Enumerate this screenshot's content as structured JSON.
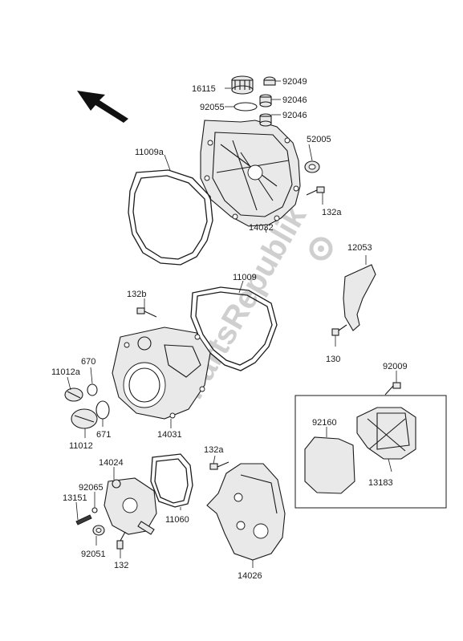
{
  "labels": {
    "p16115": "16115",
    "p92049": "92049",
    "p92046a": "92046",
    "p92055": "92055",
    "p92046b": "92046",
    "p52005": "52005",
    "p11009a": "11009a",
    "p132a_top": "132a",
    "p14032": "14032",
    "p12053": "12053",
    "p11009": "11009",
    "p132b": "132b",
    "p130": "130",
    "p670": "670",
    "p11012a": "11012a",
    "p671": "671",
    "p11012": "11012",
    "p14031": "14031",
    "p92009": "92009",
    "p92160": "92160",
    "p13183": "13183",
    "p132a_mid": "132a",
    "p14024": "14024",
    "p92065": "92065",
    "p13151": "13151",
    "p11060": "11060",
    "p92051": "92051",
    "p132": "132",
    "p14026": "14026"
  },
  "watermark": "PartsRepublik",
  "icons": {
    "direction": "front-arrow-icon",
    "watermark": "gear-icon"
  },
  "colors": {
    "ink": "#1a1a1a",
    "watermark": "#cfcfcf",
    "part_fill": "#e9e9e9"
  }
}
